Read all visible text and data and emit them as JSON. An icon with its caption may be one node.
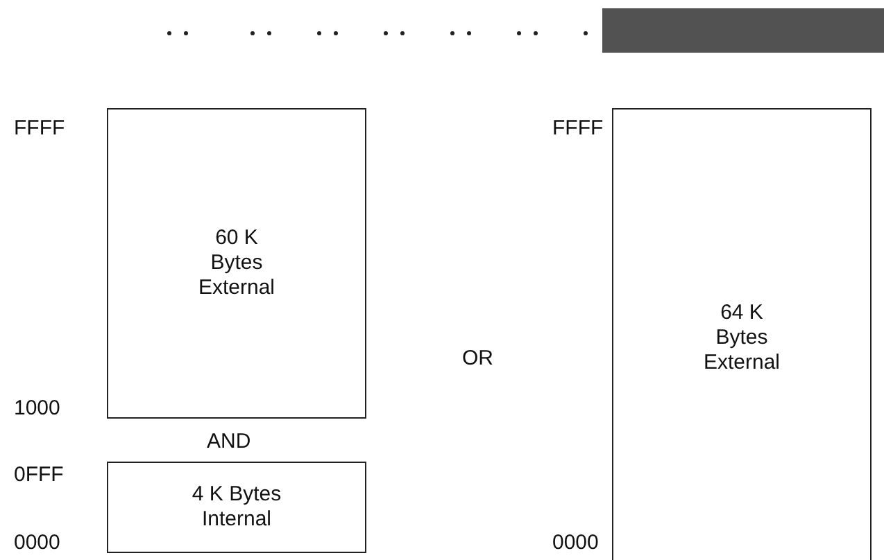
{
  "diagram": {
    "nodes": [
      {
        "text": [
          "60 K Bytes External"
        ]
      },
      {
        "text": [
          "4 K Bytes Internal"
        ]
      },
      {
        "text": [
          "64 K Bytes External"
        ]
      }
    ],
    "labels": [
      "FFFF",
      "FFFF",
      "1000",
      "AND",
      "OR",
      "0FFF",
      "0000",
      "0000"
    ]
  }
}
